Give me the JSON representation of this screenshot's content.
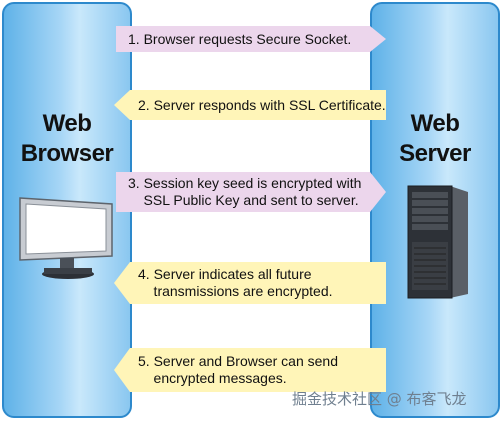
{
  "left_pillar": {
    "title_line1": "Web",
    "title_line2": "Browser"
  },
  "right_pillar": {
    "title_line1": "Web",
    "title_line2": "Server"
  },
  "messages": [
    {
      "text": "1. Browser requests Secure Socket.",
      "direction": "to-server",
      "color": "#ecd6ec"
    },
    {
      "text": "2. Server responds with SSL Certificate.",
      "direction": "to-browser",
      "color": "#fff5b8"
    },
    {
      "text": "3. Session key seed is encrypted with\n    SSL Public Key and sent to server.",
      "direction": "to-server",
      "color": "#ecd6ec"
    },
    {
      "text": "4. Server indicates all future\n    transmissions are encrypted.",
      "direction": "to-browser",
      "color": "#fff5b8"
    },
    {
      "text": "5. Server and Browser can send\n    encrypted messages.",
      "direction": "to-browser",
      "color": "#fff5b8"
    }
  ],
  "icons": {
    "browser": "monitor-icon",
    "server": "server-tower-icon"
  },
  "watermark": "掘金技术社区 @ 布客飞龙",
  "colors": {
    "pillar_border": "#2d89cc",
    "pillar_fill": "#a7d6f6"
  }
}
